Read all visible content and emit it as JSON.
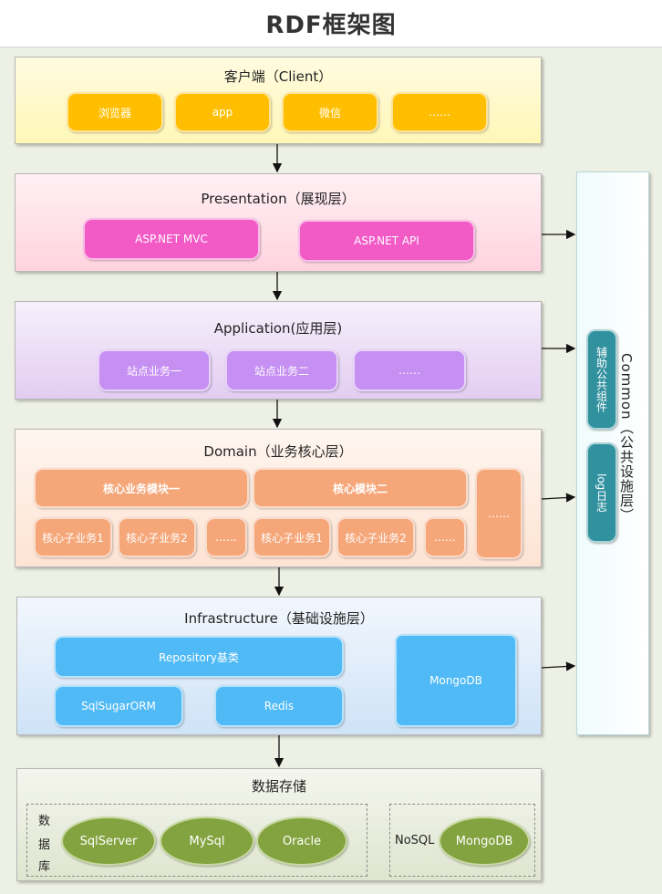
{
  "title": "RDF框架图",
  "client": {
    "title": "客户端（Client）",
    "items": [
      "浏览器",
      "app",
      "微信",
      "……"
    ]
  },
  "presentation": {
    "title": "Presentation（展现层）",
    "items": [
      "ASP.NET MVC",
      "ASP.NET API"
    ]
  },
  "application": {
    "title": "Application(应用层)",
    "items": [
      "站点业务一",
      "站点业务二",
      "……"
    ]
  },
  "domain": {
    "title": "Domain（业务核心层）",
    "module1": "核心业务模块一",
    "module2": "核心模块二",
    "more": "……",
    "sub1": [
      "核心子业务1",
      "核心子业务2",
      "……"
    ],
    "sub2": [
      "核心子业务1",
      "核心子业务2",
      "……"
    ]
  },
  "infrastructure": {
    "title": "Infrastructure（基础设施层）",
    "repository": "Repository基类",
    "orm": "SqlSugarORM",
    "redis": "Redis",
    "mongo": "MongoDB"
  },
  "storage": {
    "title": "数据存储",
    "db_label": [
      "数",
      "据",
      "库"
    ],
    "dbs": [
      "SqlServer",
      "MySql",
      "Oracle"
    ],
    "nosql_label": "NoSQL",
    "nosql_db": "MongoDB"
  },
  "common": {
    "title": "Common（公共设施层）",
    "items": [
      "辅助公共组件",
      "log日志"
    ]
  },
  "colors": {
    "client_pill": "#ffbf00",
    "presentation_pill": "#f25ac6",
    "application_pill": "#c68ff2",
    "domain_pill": "#f5a77a",
    "infra_pill": "#4fbaf5",
    "storage_ellipse": "#82a33f",
    "common_pill": "#31919e"
  }
}
